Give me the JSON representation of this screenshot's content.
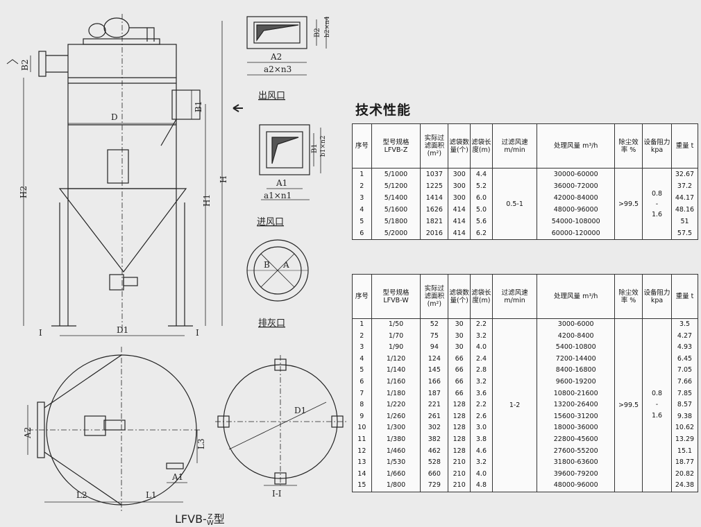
{
  "section_title": "技术性能",
  "labels": {
    "outlet": "出风口",
    "inlet": "进风口",
    "ash_outlet": "排灰口",
    "view_I": "I-I",
    "model_prefix": "LFVB-",
    "model_z": "Z",
    "model_w": "W",
    "model_suffix": "型"
  },
  "dims": {
    "B2": "B2",
    "D": "D",
    "B1": "B1",
    "H": "H",
    "H1": "H1",
    "H2": "H2",
    "D1": "D1",
    "I": "I",
    "A2": "A2",
    "L2": "L2",
    "L1": "L1",
    "L3": "L3",
    "A1": "A1",
    "A2_top": "A2",
    "a2n3": "a2×n3",
    "B2_top": "B2",
    "b2n4": "b2×n4",
    "Bi": "B1",
    "b1n2": "b1×n2",
    "Ai": "A1",
    "a1n1": "a1×n1",
    "B": "B",
    "A": "A",
    "D1_plan": "D1"
  },
  "table1": {
    "headers": [
      "序号",
      "型号规格 LFVB-Z",
      "实际过滤面积(m²)",
      "滤袋数量(个)",
      "滤袋长度(m)",
      "过滤风速 m/min",
      "处理风量 m³/h",
      "除尘效率 %",
      "设备阻力 kpa",
      "重量 t"
    ],
    "no": [
      "1",
      "2",
      "3",
      "4",
      "5",
      "6"
    ],
    "model": [
      "5/1000",
      "5/1200",
      "5/1400",
      "5/1600",
      "5/1800",
      "5/2000"
    ],
    "area": [
      "1037",
      "1225",
      "1414",
      "1626",
      "1821",
      "2016"
    ],
    "bags": [
      "300",
      "300",
      "300",
      "414",
      "414",
      "414"
    ],
    "length": [
      "4.4",
      "5.2",
      "6.0",
      "5.0",
      "5.6",
      "6.2"
    ],
    "speed": "0.5-1",
    "air": [
      "30000-60000",
      "36000-72000",
      "42000-84000",
      "48000-96000",
      "54000-108000",
      "60000-120000"
    ],
    "eff": ">99.5",
    "res": [
      "0.8",
      "-",
      "1.6"
    ],
    "weight": [
      "32.67",
      "37.2",
      "44.17",
      "48.16",
      "51",
      "57.5"
    ]
  },
  "table2": {
    "headers": [
      "序号",
      "型号规格 LFVB-W",
      "实际过滤面积(m²)",
      "滤袋数量(个)",
      "滤袋长度(m)",
      "过滤风速 m/min",
      "处理风量 m³/h",
      "除尘效率 %",
      "设备阻力 kpa",
      "重量 t"
    ],
    "no": [
      "1",
      "2",
      "3",
      "4",
      "5",
      "6",
      "7",
      "8",
      "9",
      "10",
      "11",
      "12",
      "13",
      "14",
      "15"
    ],
    "model": [
      "1/50",
      "1/70",
      "1/90",
      "1/120",
      "1/140",
      "1/160",
      "1/180",
      "1/220",
      "1/260",
      "1/300",
      "1/380",
      "1/460",
      "1/530",
      "1/660",
      "1/800"
    ],
    "area": [
      "52",
      "75",
      "94",
      "124",
      "145",
      "166",
      "187",
      "221",
      "261",
      "302",
      "382",
      "462",
      "528",
      "660",
      "729"
    ],
    "bags": [
      "30",
      "30",
      "30",
      "66",
      "66",
      "66",
      "66",
      "128",
      "128",
      "128",
      "128",
      "128",
      "210",
      "210",
      "210"
    ],
    "length": [
      "2.2",
      "3.2",
      "4.0",
      "2.4",
      "2.8",
      "3.2",
      "3.6",
      "2.2",
      "2.6",
      "3.0",
      "3.8",
      "4.6",
      "3.2",
      "4.0",
      "4.8"
    ],
    "speed": "1-2",
    "air": [
      "3000-6000",
      "4200-8400",
      "5400-10800",
      "7200-14400",
      "8400-16800",
      "9600-19200",
      "10800-21600",
      "13200-26400",
      "15600-31200",
      "18000-36000",
      "22800-45600",
      "27600-55200",
      "31800-63600",
      "39600-79200",
      "48000-96000"
    ],
    "eff": ">99.5",
    "res": [
      "0.8",
      "-",
      "1.6"
    ],
    "weight": [
      "3.5",
      "4.27",
      "4.93",
      "6.45",
      "7.05",
      "7.66",
      "7.85",
      "8.57",
      "9.38",
      "10.62",
      "13.29",
      "15.1",
      "18.77",
      "20.82",
      "24.38"
    ]
  }
}
